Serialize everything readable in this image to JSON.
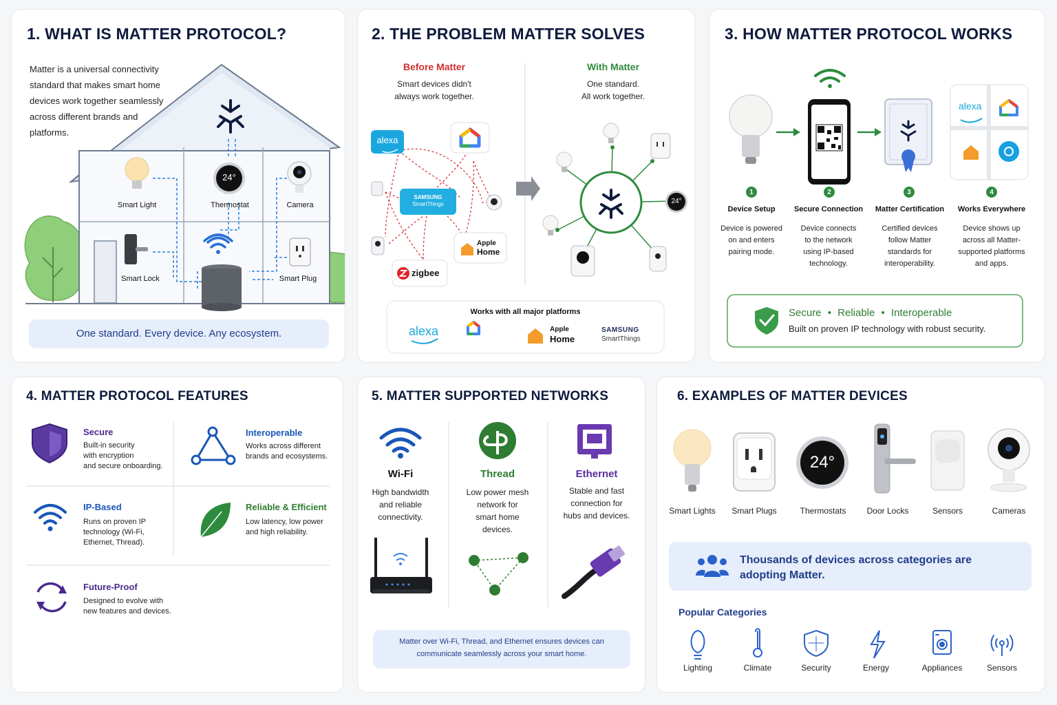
{
  "section1": {
    "title": "1.  WHAT IS MATTER PROTOCOL?",
    "intro": [
      "Matter is a universal connectivity",
      "standard that makes smart home",
      "devices work together seamlessly",
      "across different brands and",
      "platforms."
    ],
    "devices": {
      "light": "Smart Light",
      "thermostat": "Thermostat",
      "camera": "Camera",
      "lock": "Smart Lock",
      "plug": "Smart Plug"
    },
    "thermostat_reading": "24°",
    "tagline": "One standard. Every device. Any ecosystem."
  },
  "section2": {
    "title": "2.  THE PROBLEM MATTER SOLVES",
    "before": {
      "heading": "Before Matter",
      "desc": [
        "Smart devices didn't",
        "always work together."
      ]
    },
    "with": {
      "heading": "With Matter",
      "desc": [
        "One standard.",
        "All work together."
      ]
    },
    "ecosystems": {
      "alexa": "alexa",
      "samsung": "SAMSUNG",
      "smartthings": "SmartThings",
      "apple": "Apple",
      "home": "Home",
      "zigbee": "zigbee"
    },
    "thermostat_reading": "24°",
    "platforms_heading": "Works with all major platforms",
    "platforms": {
      "alexa": "alexa",
      "apple": "Apple",
      "home": "Home",
      "samsung": "SAMSUNG",
      "smartthings": "SmartThings"
    }
  },
  "section3": {
    "title": "3.  HOW MATTER PROTOCOL WORKS",
    "alexa": "alexa",
    "steps": [
      {
        "num": "1",
        "title": "Device Setup",
        "desc": [
          "Device is powered",
          "on and enters",
          "pairing mode."
        ]
      },
      {
        "num": "2",
        "title": "Secure Connection",
        "desc": [
          "Device connects",
          "to the network",
          "using IP-based",
          "technology."
        ]
      },
      {
        "num": "3",
        "title": "Matter Certification",
        "desc": [
          "Certified devices",
          "follow Matter",
          "standards for",
          "interoperability."
        ]
      },
      {
        "num": "4",
        "title": "Works Everywhere",
        "desc": [
          "Device shows up",
          "across all Matter-",
          "supported platforms",
          "and apps."
        ]
      }
    ],
    "banner": {
      "secure": "Secure",
      "reliable": "Reliable",
      "interoperable": "Interoperable",
      "sep": "•",
      "desc": "Built on proven IP technology with robust security."
    }
  },
  "section4": {
    "title": "4.  MATTER PROTOCOL FEATURES",
    "features": [
      {
        "title": "Secure",
        "desc": [
          "Built-in security",
          "with encryption",
          "and secure onboarding."
        ],
        "color": "#4b2a8c"
      },
      {
        "title": "Interoperable",
        "desc": [
          "Works across different",
          "brands and ecosystems."
        ],
        "color": "#1a56b8"
      },
      {
        "title": "IP-Based",
        "desc": [
          "Runs on proven IP",
          "technology (Wi-Fi,",
          "Ethernet, Thread)."
        ],
        "color": "#1a56b8"
      },
      {
        "title": "Reliable & Efficient",
        "desc": [
          "Low latency, low power",
          "and high reliability."
        ],
        "color": "#2e7d32"
      },
      {
        "title": "Future-Proof",
        "desc": [
          "Designed to evolve with",
          "new features and devices."
        ],
        "color": "#4b2a8c"
      }
    ]
  },
  "section5": {
    "title": "5.  MATTER SUPPORTED NETWORKS",
    "networks": [
      {
        "title": "Wi-Fi",
        "desc": [
          "High bandwidth",
          "and reliable",
          "connectivity."
        ],
        "color": "#111111"
      },
      {
        "title": "Thread",
        "desc": [
          "Low power mesh",
          "network for",
          "smart home",
          "devices."
        ],
        "color": "#2e7d32"
      },
      {
        "title": "Ethernet",
        "desc": [
          "Stable and fast",
          "connection for",
          "hubs and devices."
        ],
        "color": "#5b2d9e"
      }
    ],
    "note": [
      "Matter over Wi-Fi, Thread, and Ethernet ensures devices can",
      "communicate seamlessly across your smart home."
    ]
  },
  "section6": {
    "title": "6.  EXAMPLES OF MATTER DEVICES",
    "devices": [
      "Smart Lights",
      "Smart Plugs",
      "Thermostats",
      "Door Locks",
      "Sensors",
      "Cameras"
    ],
    "thermostat_reading": "24°",
    "banner": [
      "Thousands of devices across categories are",
      "adopting Matter."
    ],
    "categories_heading": "Popular Categories",
    "categories": [
      "Lighting",
      "Climate",
      "Security",
      "Energy",
      "Appliances",
      "Sensors"
    ]
  }
}
